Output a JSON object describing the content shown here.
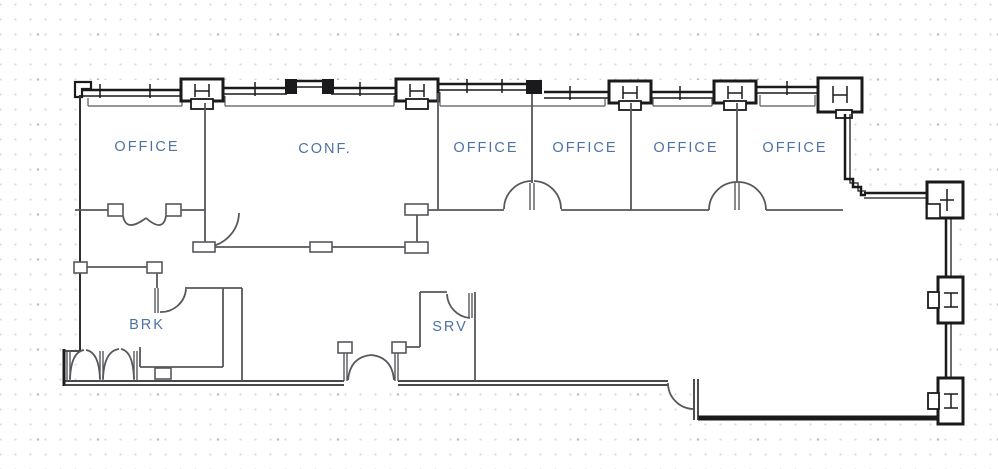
{
  "floorplan": {
    "rooms": [
      {
        "id": "office-1",
        "label": "OFFICE"
      },
      {
        "id": "conference",
        "label": "CONF."
      },
      {
        "id": "office-2",
        "label": "OFFICE"
      },
      {
        "id": "office-3",
        "label": "OFFICE"
      },
      {
        "id": "office-4",
        "label": "OFFICE"
      },
      {
        "id": "office-5",
        "label": "OFFICE"
      },
      {
        "id": "break-room",
        "label": "BRK"
      },
      {
        "id": "server-room",
        "label": "SRV"
      }
    ],
    "colors": {
      "room_label": "#4E73A3",
      "exterior_wall": "#1A1A1C",
      "interior_wall": "#57585C",
      "window_wall": "#2F3033",
      "grid_dot": "#D8DADC",
      "grid_dot_dark": "#B9BCBE"
    }
  }
}
